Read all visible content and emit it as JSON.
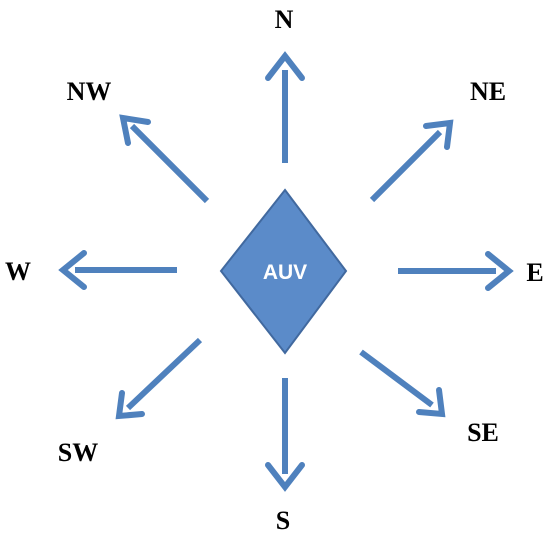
{
  "center": {
    "label": "AUV",
    "fill_color": "#5B8BC9",
    "stroke_color": "#41699F"
  },
  "arrow_color": "#4F81BD",
  "directions": [
    {
      "id": "n",
      "label": "N"
    },
    {
      "id": "ne",
      "label": "NE"
    },
    {
      "id": "e",
      "label": "E"
    },
    {
      "id": "se",
      "label": "SE"
    },
    {
      "id": "s",
      "label": "S"
    },
    {
      "id": "sw",
      "label": "SW"
    },
    {
      "id": "w",
      "label": "W"
    },
    {
      "id": "nw",
      "label": "NW"
    }
  ]
}
